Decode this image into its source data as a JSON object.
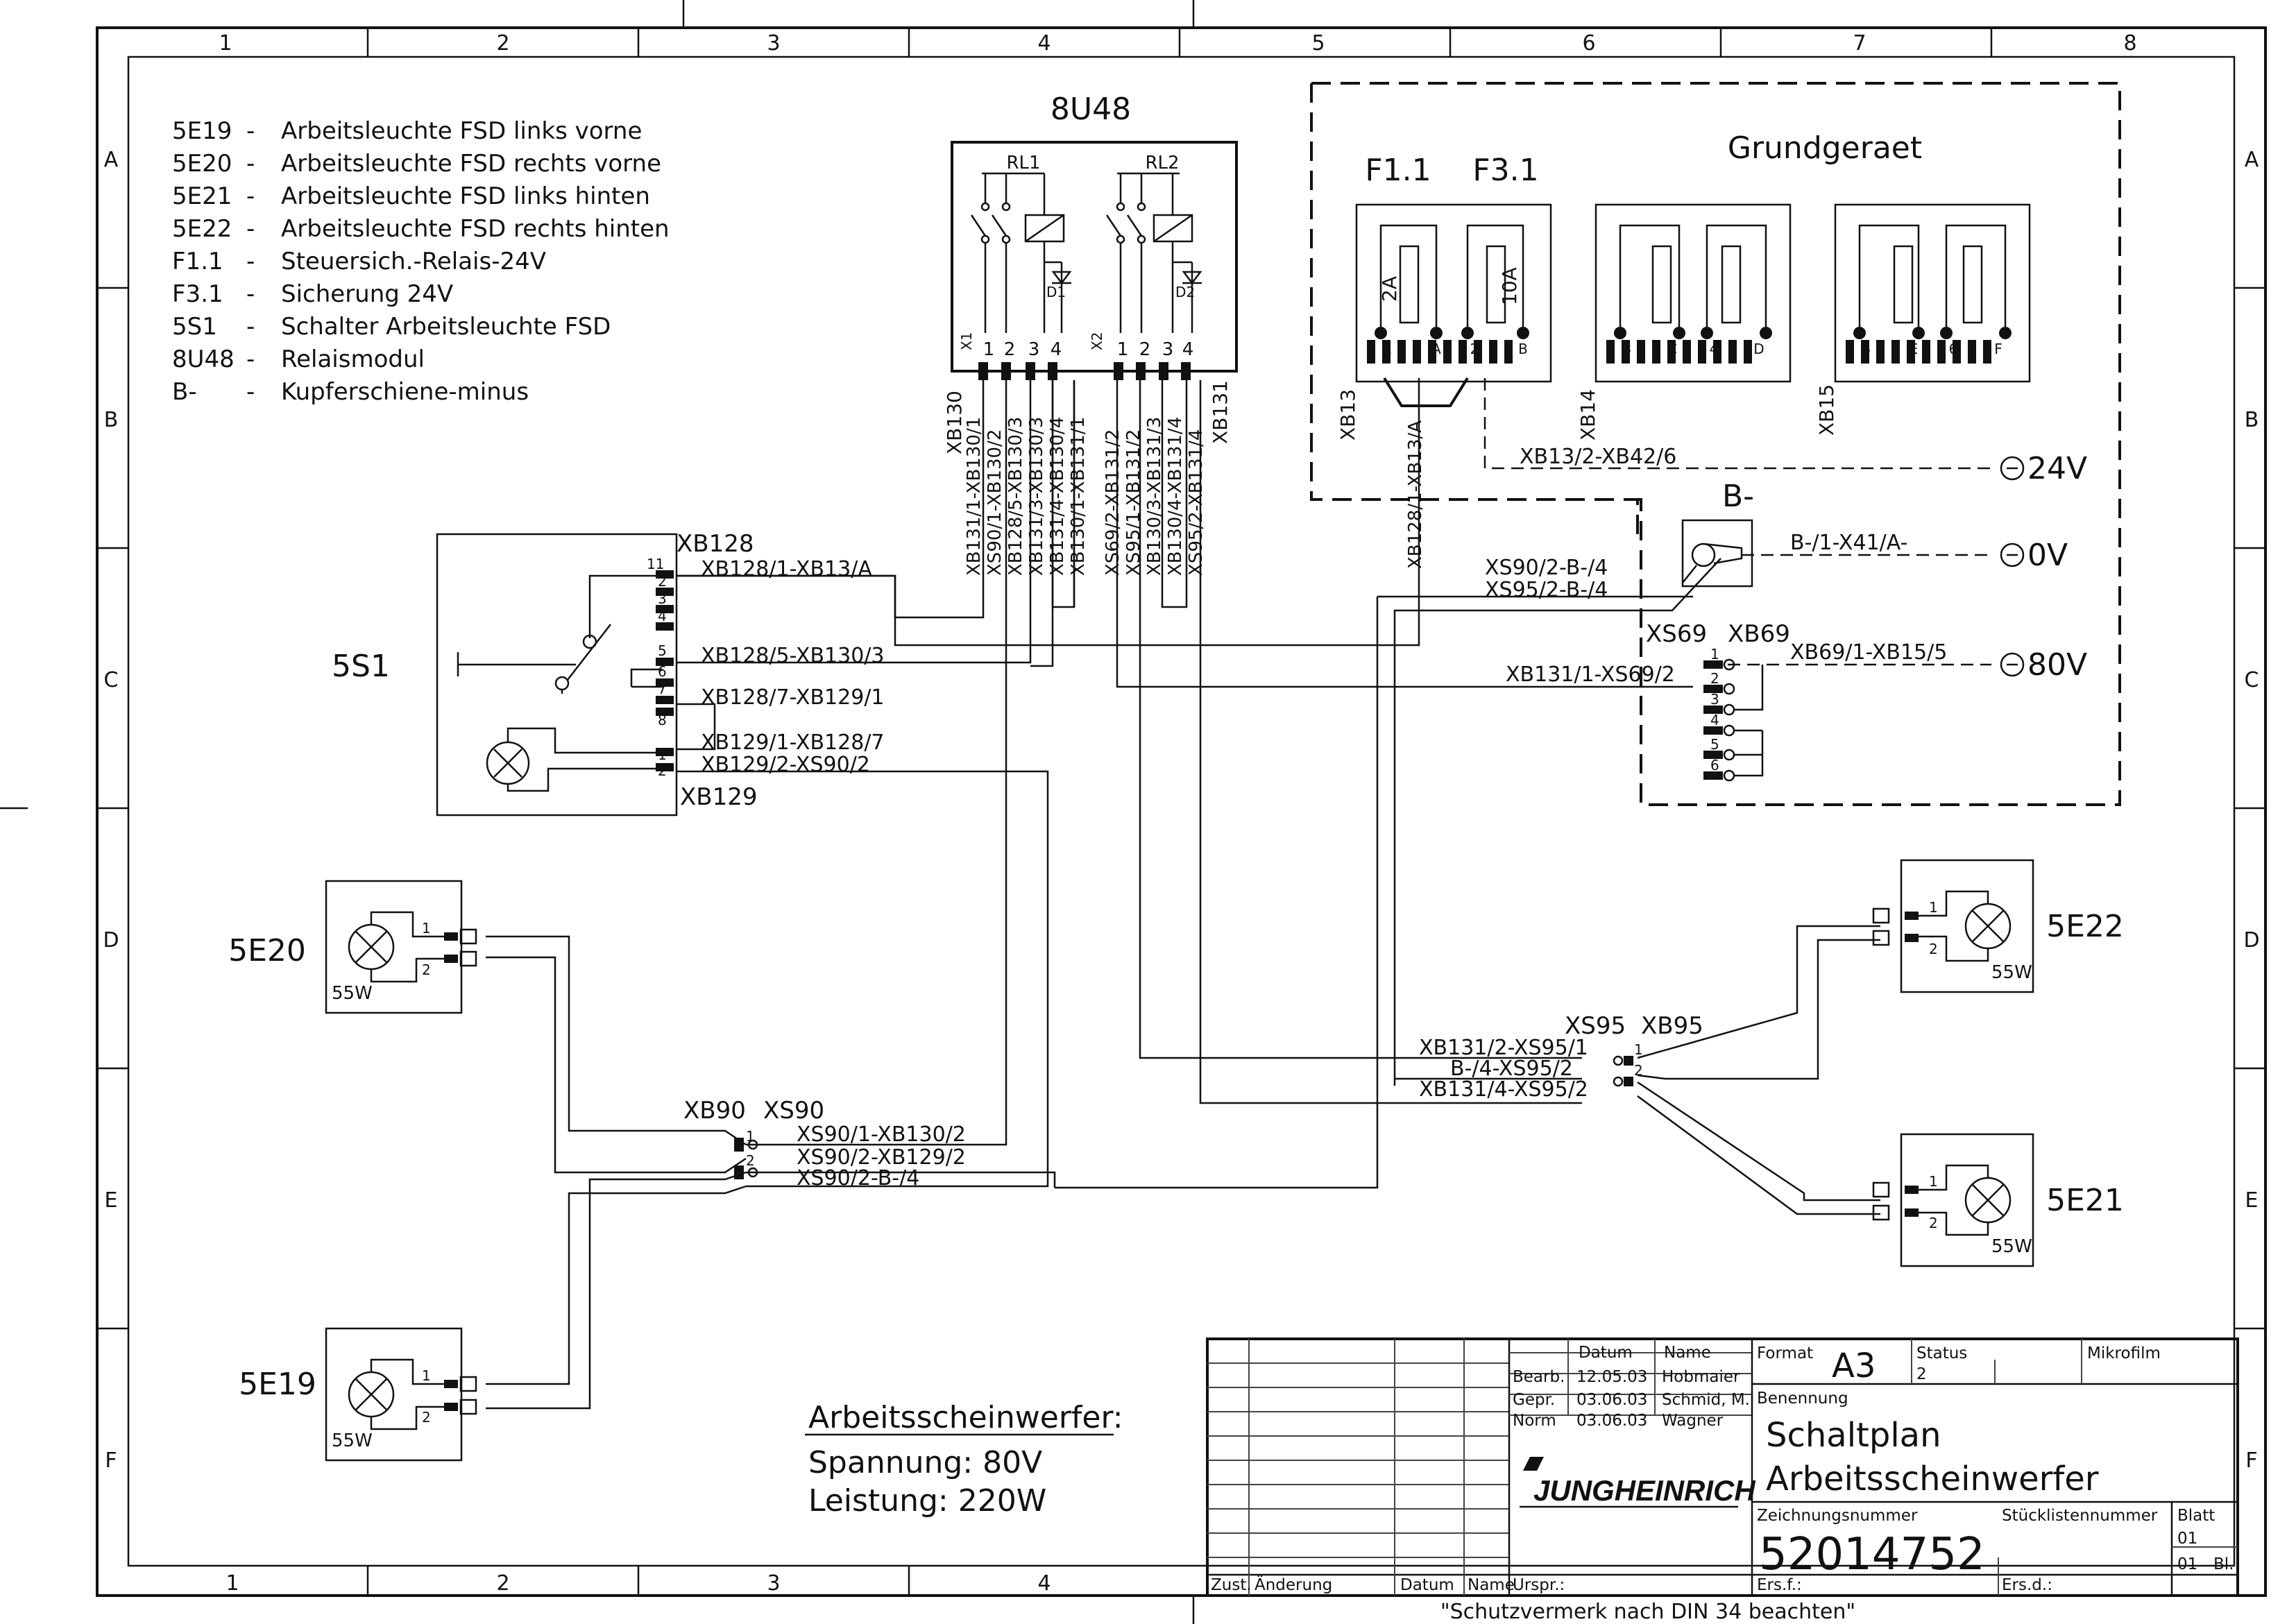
{
  "frame": {
    "columns": [
      "1",
      "2",
      "3",
      "4",
      "5",
      "6",
      "7",
      "8"
    ],
    "rows": [
      "A",
      "B",
      "C",
      "D",
      "E",
      "F"
    ]
  },
  "legend": [
    {
      "code": "5E19",
      "text": "Arbeitsleuchte FSD links vorne"
    },
    {
      "code": "5E20",
      "text": "Arbeitsleuchte FSD rechts vorne"
    },
    {
      "code": "5E21",
      "text": "Arbeitsleuchte FSD links hinten"
    },
    {
      "code": "5E22",
      "text": "Arbeitsleuchte FSD rechts hinten"
    },
    {
      "code": "F1.1",
      "text": "Steuersich.-Relais-24V"
    },
    {
      "code": "F3.1",
      "text": "Sicherung 24V"
    },
    {
      "code": "5S1",
      "text": "Schalter Arbeitsleuchte FSD"
    },
    {
      "code": "8U48",
      "text": "Relaismodul"
    },
    {
      "code": "B-",
      "text": "Kupferschiene-minus"
    }
  ],
  "components": {
    "relay_module": "8U48",
    "relay1": "RL1",
    "relay2": "RL2",
    "diode1": "D1",
    "diode2": "D2",
    "x1": "X1",
    "x2": "X2",
    "pins_x1": [
      "1",
      "2",
      "3",
      "4"
    ],
    "pins_x2": [
      "1",
      "2",
      "3",
      "4"
    ],
    "xb130": "XB130",
    "xb131": "XB131",
    "grundgeraet": "Grundgeraet",
    "fuse1": "F1.1",
    "fuse2": "F3.1",
    "fuse1_rating": "2A",
    "fuse2_rating": "10A",
    "xb13": "XB13",
    "xb14": "XB14",
    "xb15": "XB15",
    "fuse_pins": [
      "1",
      "A",
      "2",
      "B",
      "3",
      "C",
      "4",
      "D",
      "5",
      "E",
      "6",
      "F"
    ],
    "switch": "5S1",
    "xb128": "XB128",
    "xb129": "XB129",
    "bminus": "B-",
    "xs69": "XS69",
    "xb69": "XB69",
    "xb90": "XB90",
    "xs90": "XS90",
    "xs95": "XS95",
    "xb95": "XB95",
    "lamp_5e20": "5E20",
    "lamp_5e19": "5E19",
    "lamp_5e22": "5E22",
    "lamp_5e21": "5E21",
    "lamp_power": "55W",
    "pin1": "1",
    "pin2": "2"
  },
  "wires": {
    "w1": "XB131/1-XB130/1",
    "w2": "XS90/1-XB130/2",
    "w3": "XB128/5-XB130/3",
    "w4": "XB131/3-XB130/3",
    "w5": "XB131/4-XB130/4",
    "w6": "XB130/1-XB131/1",
    "w7": "XS69/2-XB131/2",
    "w8": "XS95/1-XB131/2",
    "w9": "XB130/3-XB131/3",
    "w10": "XB130/4-XB131/4",
    "w11": "XS95/2-XB131/4",
    "w12": "XB128/1-XB13/A",
    "w13": "XB128/1-XB13/A",
    "w14": "XB128/5-XB130/3",
    "w15": "XB128/7-XB129/1",
    "w16": "XB129/1-XB128/7",
    "w17": "XB129/2-XS90/2",
    "w18": "XB13/2-XB42/6",
    "w19": "B-/1-X41/A-",
    "w20": "XS90/2-B-/4",
    "w21": "XS95/2-B-/4",
    "w22": "XB69/1-XB15/5",
    "w23": "XB131/1-XS69/2",
    "w24": "XB131/2-XS95/1",
    "w25": "B-/4-XS95/2",
    "w26": "XB131/4-XS95/2",
    "w27": "XS90/1-XB130/2",
    "w28": "XS90/2-XB129/2",
    "w29": "XS90/2-B-/4"
  },
  "switch_pins": [
    "11",
    "2",
    "3",
    "4",
    "5",
    "6",
    "7",
    "8",
    "1",
    "2"
  ],
  "xb69_pins": [
    "1",
    "2",
    "3",
    "4",
    "5",
    "6"
  ],
  "rails": {
    "v24": "24V",
    "v0": "0V",
    "v80": "80V"
  },
  "specs": {
    "title": "Arbeitsscheinwerfer:",
    "voltage": "Spannung: 80V",
    "power": "Leistung: 220W"
  },
  "titleblock": {
    "datum_h": "Datum",
    "name_h": "Name",
    "bearb": "Bearb.",
    "gepr": "Gepr.",
    "norm": "Norm",
    "bearb_date": "12.05.03",
    "gepr_date": "03.06.03",
    "norm_date": "03.06.03",
    "bearb_name": "Hobmaier",
    "gepr_name": "Schmid, M.",
    "norm_name": "Wagner",
    "format_label": "Format",
    "format_value": "A3",
    "status_label": "Status",
    "status_value": "2",
    "mikrofilm": "Mikrofilm",
    "benennung": "Benennung",
    "title1": "Schaltplan",
    "title2": "Arbeitsscheinwerfer",
    "zeichnungsnummer": "Zeichnungsnummer",
    "stuecklistennummer": "Stücklistennummer",
    "blatt": "Blatt",
    "blatt_value": "01",
    "blatt_total": "01",
    "bl": "Bl.",
    "number": "52014752",
    "logo": "JUNGHEINRICH",
    "zust": "Zust.",
    "aenderung": "Änderung",
    "datum": "Datum",
    "name": "Name",
    "urspr": "Urspr.:",
    "ersf": "Ers.f.:",
    "ersd": "Ers.d.:",
    "notice": "\"Schutzvermerk nach DIN 34 beachten\""
  }
}
